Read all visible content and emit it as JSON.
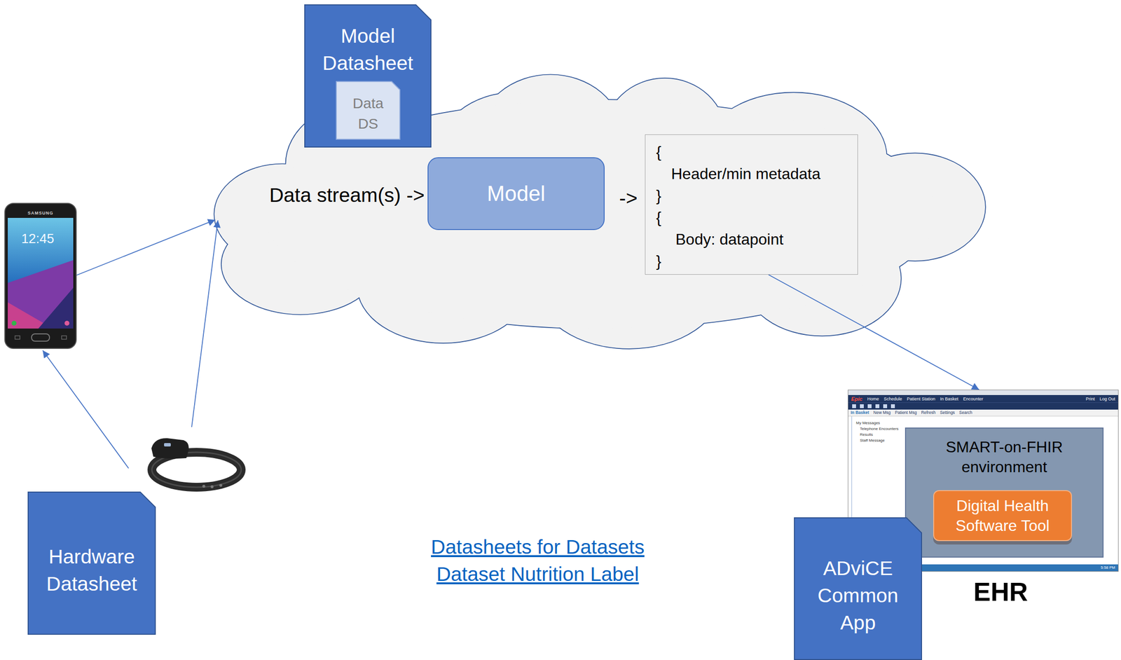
{
  "diagram": {
    "nodes": [
      {
        "text": [
          "Model Datasheet"
        ]
      },
      {
        "text": [
          "Data DS"
        ],
        "in": 0
      },
      {
        "text": [
          "Data stream(s) ->",
          "->"
        ]
      },
      {
        "text": [
          "Model"
        ],
        "in": 2
      },
      {
        "text": [
          "{",
          "Header/min metadata",
          "}",
          "{",
          "Body: datapoint",
          "}"
        ],
        "in": 2
      },
      {
        "text": [
          "SAMSUNG",
          "12:45"
        ]
      },
      {
        "text": [
          "Epic",
          "Home",
          "Schedule",
          "Patient Station",
          "In Basket",
          "Encounter",
          "Print",
          "Log Out",
          "In Basket",
          "New Msg",
          "Patient Msg",
          "Refresh",
          "Settings",
          "Search",
          "My Messages",
          "Telephone Encounters",
          "Results",
          "Staff Message",
          "5:58 PM",
          "EHR"
        ]
      },
      {
        "text": [
          "SMART-on-FHIR environment"
        ],
        "in": 6
      },
      {
        "text": [
          "Digital Health Software Tool"
        ],
        "in": 7
      },
      {
        "text": [
          "Hardware Datasheet"
        ]
      },
      {
        "text": [
          "ADviCE Common App"
        ]
      }
    ],
    "edges": [
      {
        "from": 5,
        "to": 2,
        "arrow": "to"
      },
      {
        "from": 4,
        "to": 6,
        "arrow": "to"
      }
    ],
    "labels": [
      "Datasheets for Datasets",
      "Dataset Nutrition Label"
    ]
  }
}
